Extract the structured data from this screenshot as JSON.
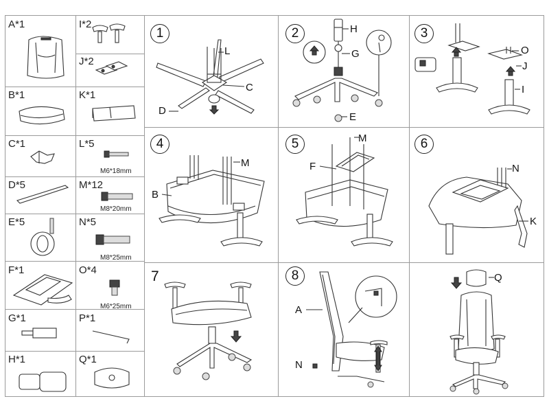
{
  "parts": [
    {
      "label": "A*1"
    },
    {
      "label": "I*2"
    },
    {
      "label": "J*2"
    },
    {
      "label": "B*1"
    },
    {
      "label": "K*1"
    },
    {
      "label": "C*1"
    },
    {
      "label": "L*5",
      "size": "M6*18mm"
    },
    {
      "label": "D*5"
    },
    {
      "label": "M*12",
      "size": "M8*20mm"
    },
    {
      "label": "E*5"
    },
    {
      "label": "N*5",
      "size": "M8*25mm"
    },
    {
      "label": "F*1"
    },
    {
      "label": "O*4",
      "size": "M6*25mm"
    },
    {
      "label": "G*1"
    },
    {
      "label": "P*1"
    },
    {
      "label": "H*1"
    },
    {
      "label": "Q*1"
    }
  ],
  "steps": [
    {
      "number": "1",
      "callouts": [
        "L",
        "C",
        "D"
      ]
    },
    {
      "number": "2",
      "callouts": [
        "H",
        "G",
        "E"
      ]
    },
    {
      "number": "3",
      "callouts": [
        "O",
        "J",
        "I"
      ]
    },
    {
      "number": "4",
      "callouts": [
        "M",
        "B"
      ]
    },
    {
      "number": "5",
      "callouts": [
        "M",
        "F"
      ]
    },
    {
      "number": "6",
      "callouts": [
        "N",
        "K"
      ]
    },
    {
      "number": "7",
      "callouts": []
    },
    {
      "number": "8",
      "callouts": [
        "A",
        "N"
      ]
    },
    {
      "number": "",
      "callouts": [
        "Q"
      ]
    }
  ],
  "icons": [
    "arrow-down-icon",
    "arrow-up-icon",
    "screw-icon",
    "wheel-icon",
    "gas-lift-icon",
    "base-icon",
    "chair-icon"
  ]
}
